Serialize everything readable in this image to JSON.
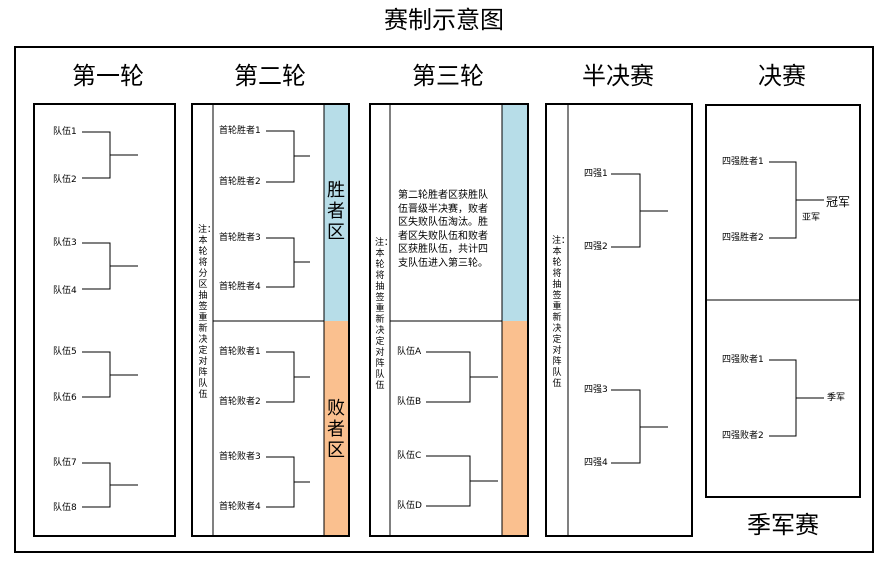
{
  "diagram_title": "赛制示意图",
  "colors": {
    "winners_zone": "#b7dde8",
    "losers_zone": "#fac08f",
    "border": "#000000"
  },
  "round1": {
    "title": "第一轮",
    "teams": [
      "队伍1",
      "队伍2",
      "队伍3",
      "队伍4",
      "队伍5",
      "队伍6",
      "队伍7",
      "队伍8"
    ]
  },
  "round2": {
    "title": "第二轮",
    "note": "注：本轮将分区抽签重新决定对阵队伍",
    "winners_zone_label": "胜者区",
    "losers_zone_label": "败者区",
    "winners": [
      "首轮胜者1",
      "首轮胜者2",
      "首轮胜者3",
      "首轮胜者4"
    ],
    "losers": [
      "首轮败者1",
      "首轮败者2",
      "首轮败者3",
      "首轮败者4"
    ]
  },
  "round3": {
    "title": "第三轮",
    "note": "注：本轮将抽签重新决定对阵队伍",
    "description": "第二轮胜者区获胜队伍晋级半决赛，败者区失败队伍淘汰。胜者区失败队伍和败者区获胜队伍，共计四支队伍进入第三轮。",
    "teams": [
      "队伍A",
      "队伍B",
      "队伍C",
      "队伍D"
    ]
  },
  "semifinal": {
    "title": "半决赛",
    "note": "注：本轮将抽签重新决定对阵队伍",
    "teams": [
      "四强1",
      "四强2",
      "四强3",
      "四强4"
    ]
  },
  "final": {
    "title": "决赛",
    "final_teams": [
      "四强胜者1",
      "四强胜者2"
    ],
    "champion": "冠军",
    "runner_up": "亚军",
    "third_place_teams": [
      "四强败者1",
      "四强败者2"
    ],
    "third_place": "季军",
    "third_place_match_title": "季军赛"
  }
}
